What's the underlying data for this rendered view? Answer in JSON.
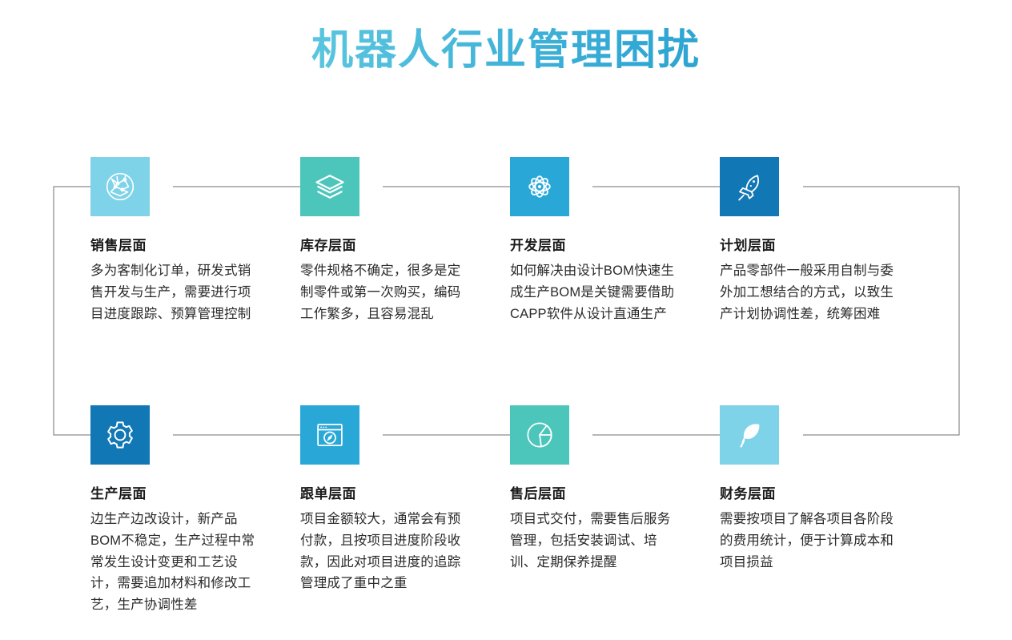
{
  "page": {
    "title": "机器人行业管理困扰",
    "background_color": "#ffffff",
    "title_gradient_from": "#74d3e8",
    "title_gradient_to": "#1a92c8",
    "connector_color": "#6f6f6f"
  },
  "cards": [
    {
      "id": "sales",
      "icon": "globe-network-icon",
      "icon_color": "#7fd3e8",
      "title": "销售层面",
      "body": "多为客制化订单，研发式销售开发与生产，需要进行项目进度跟踪、预算管理控制"
    },
    {
      "id": "inventory",
      "icon": "layers-stack-icon",
      "icon_color": "#4cc5bb",
      "title": "库存层面",
      "body": "零件规格不确定，很多是定制零件或第一次购买，编码工作繁多，且容易混乱"
    },
    {
      "id": "development",
      "icon": "atom-icon",
      "icon_color": "#29a8d8",
      "title": "开发层面",
      "body": "如何解决由设计BOM快速生成生产BOM是关键需要借助CAPP软件从设计直通生产"
    },
    {
      "id": "planning",
      "icon": "rocket-icon",
      "icon_color": "#1277b5",
      "title": "计划层面",
      "body": "产品零部件一般采用自制与委外加工想结合的方式，以致生产计划协调性差，统筹困难"
    },
    {
      "id": "production",
      "icon": "gear-icon",
      "icon_color": "#1277b5",
      "title": "生产层面",
      "body": "边生产边改设计，新产品BOM不稳定，生产过程中常常发生设计变更和工艺设计，需要追加材料和修改工艺，生产协调性差"
    },
    {
      "id": "order-tracking",
      "icon": "browser-compass-icon",
      "icon_color": "#29a8d8",
      "title": "跟单层面",
      "body": "项目金额较大，通常会有预付款，且按项目进度阶段收款，因此对项目进度的追踪管理成了重中之重"
    },
    {
      "id": "after-sales",
      "icon": "pie-chart-icon",
      "icon_color": "#4cc5bb",
      "title": "售后层面",
      "body": "项目式交付，需要售后服务管理，包括安装调试、培训、定期保养提醒"
    },
    {
      "id": "finance",
      "icon": "feather-icon",
      "icon_color": "#7fd3e8",
      "title": "财务层面",
      "body": "需要按项目了解各项目各阶段的费用统计，便于计算成本和项目损益"
    }
  ]
}
